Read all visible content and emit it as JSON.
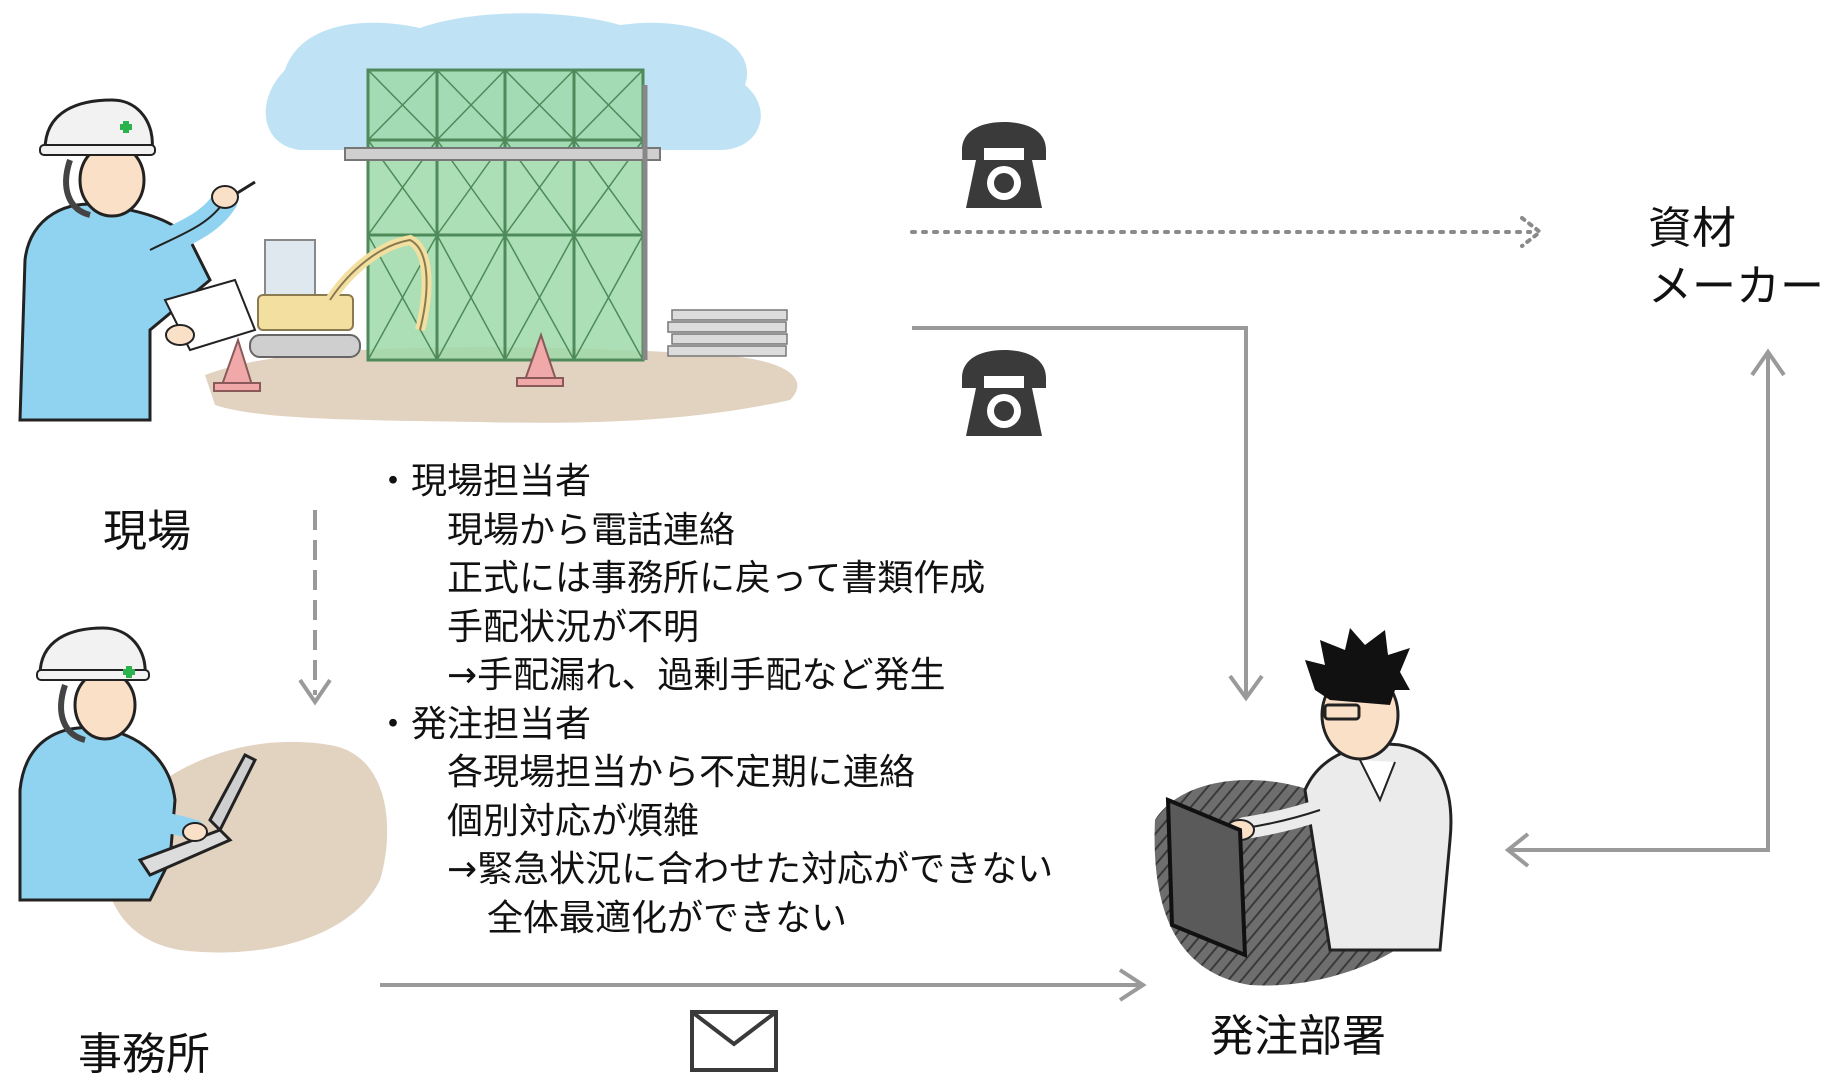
{
  "nodes": {
    "site": "現場",
    "office": "事務所",
    "ordering": "発注部署",
    "maker_line1": "資材",
    "maker_line2": "メーカー"
  },
  "notes": [
    {
      "level": 0,
      "text": "・現場担当者"
    },
    {
      "level": 1,
      "text": "現場から電話連絡"
    },
    {
      "level": 1,
      "text": "正式には事務所に戻って書類作成"
    },
    {
      "level": 1,
      "text": "手配状況が不明"
    },
    {
      "level": 1,
      "text": "→手配漏れ、過剰手配など発生"
    },
    {
      "level": 0,
      "text": "・発注担当者"
    },
    {
      "level": 1,
      "text": "各現場担当から不定期に連絡"
    },
    {
      "level": 1,
      "text": "個別対応が煩雑"
    },
    {
      "level": 1,
      "text": "→緊急状況に合わせた対応ができない"
    },
    {
      "level": 2,
      "text": "全体最適化ができない"
    }
  ],
  "icons": [
    "phone-icon",
    "phone-icon",
    "envelope-icon"
  ],
  "colors": {
    "arrow": "#9a9a9a",
    "helmet": "#f2f2f2",
    "helmet_cross": "#2bb24c",
    "uniform": "#8fd3f0",
    "building": "#9ed9a8",
    "sky": "#bfe3f5",
    "ground": "#e2d2c0",
    "desk_shadow": "#5a5a5a",
    "cone": "#f0a8a8",
    "excavator": "#f3dfa0"
  }
}
